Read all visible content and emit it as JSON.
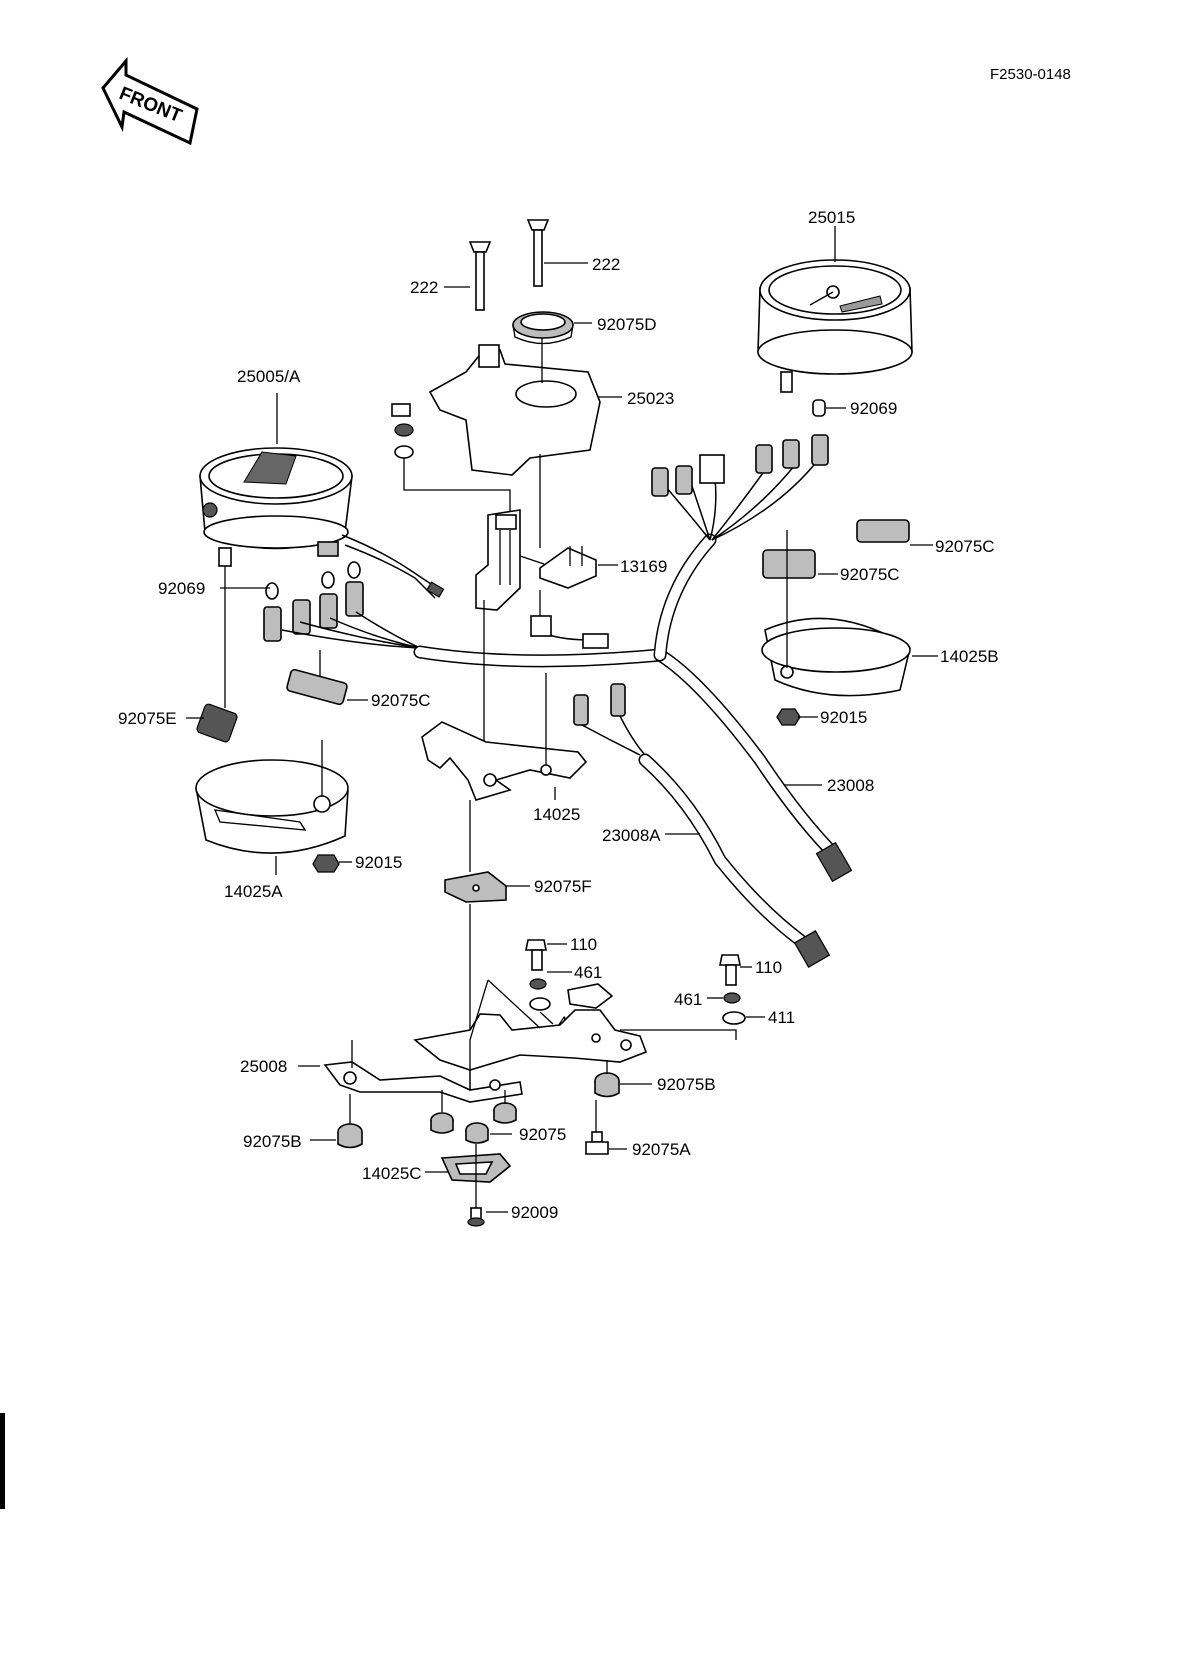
{
  "diagram_code": "F2530-0148",
  "front_marker": "FRONT",
  "labels": {
    "p222a": "222",
    "p222b": "222",
    "p92075D": "92075D",
    "p25023": "25023",
    "p25015": "25015",
    "p92069r": "92069",
    "p25005A": "25005/A",
    "p13169": "13169",
    "p92075Cr1": "92075C",
    "p92075Cr2": "92075C",
    "p92069l": "92069",
    "p14025B": "14025B",
    "p92075Cl": "92075C",
    "p92015r": "92015",
    "p92075E": "92075E",
    "p23008": "23008",
    "p14025": "14025",
    "p23008A": "23008A",
    "p92015l": "92015",
    "p14025A": "14025A",
    "p92075F": "92075F",
    "p110a": "110",
    "p461a": "461",
    "p411a": "411",
    "p110b": "110",
    "p461b": "461",
    "p411b": "411",
    "p25008": "25008",
    "p92075Br": "92075B",
    "p92075Bl": "92075B",
    "p92075": "92075",
    "p92075A": "92075A",
    "p14025C": "14025C",
    "p92009": "92009"
  }
}
